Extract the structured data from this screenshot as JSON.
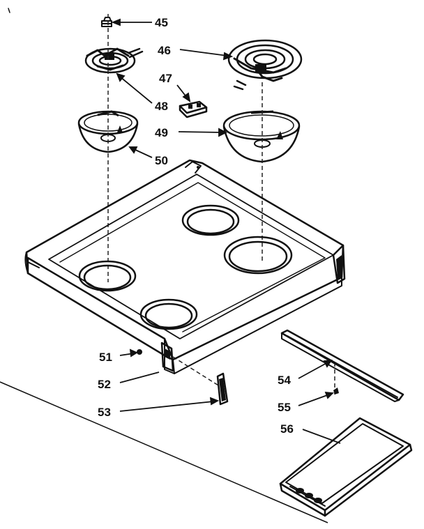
{
  "diagram": {
    "labels": {
      "p45": "45",
      "p46": "46",
      "p47": "47",
      "p48": "48",
      "p49": "49",
      "p50": "50",
      "p51": "51",
      "p52": "52",
      "p53": "53",
      "p54": "54",
      "p55": "55",
      "p56": "56"
    }
  }
}
